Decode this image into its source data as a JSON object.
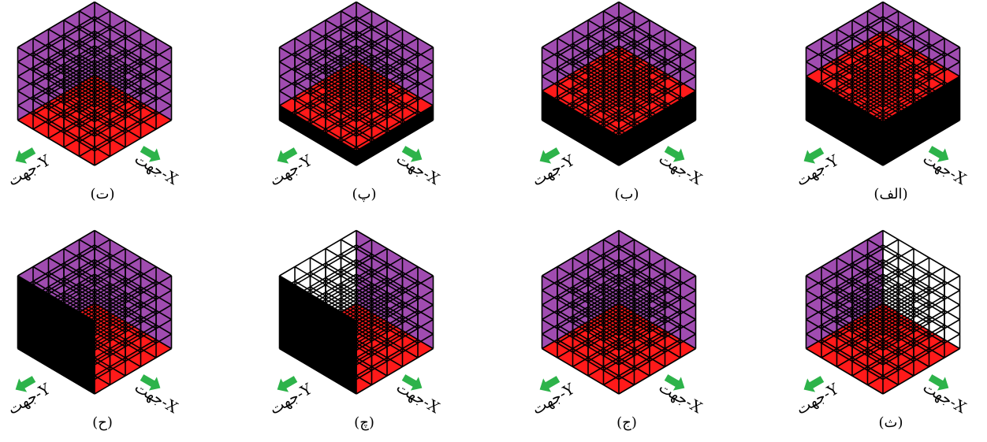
{
  "colors": {
    "bottom": "#ff1a1a",
    "back": "#a04cb0",
    "front": "#000000",
    "grid": "#000000",
    "arrow": "#2db34a",
    "background": "#ffffff"
  },
  "axis_labels": {
    "x": "جهت-X",
    "y": "جهت-Y"
  },
  "panels": [
    {
      "caption": "(الف)",
      "fill_type": "horizontal",
      "level": 3
    },
    {
      "caption": "(ب)",
      "fill_type": "horizontal",
      "level": 2
    },
    {
      "caption": "(پ)",
      "fill_type": "horizontal",
      "level": 1
    },
    {
      "caption": "(ت)",
      "fill_type": "horizontal",
      "level": 0
    },
    {
      "caption": "(ث)",
      "fill_type": "x-empty",
      "level": 0
    },
    {
      "caption": "(ج)",
      "fill_type": "none",
      "level": 0
    },
    {
      "caption": "(چ)",
      "fill_type": "y-wall",
      "level": 0
    },
    {
      "caption": "(ح)",
      "fill_type": "y-full",
      "level": 0
    }
  ]
}
